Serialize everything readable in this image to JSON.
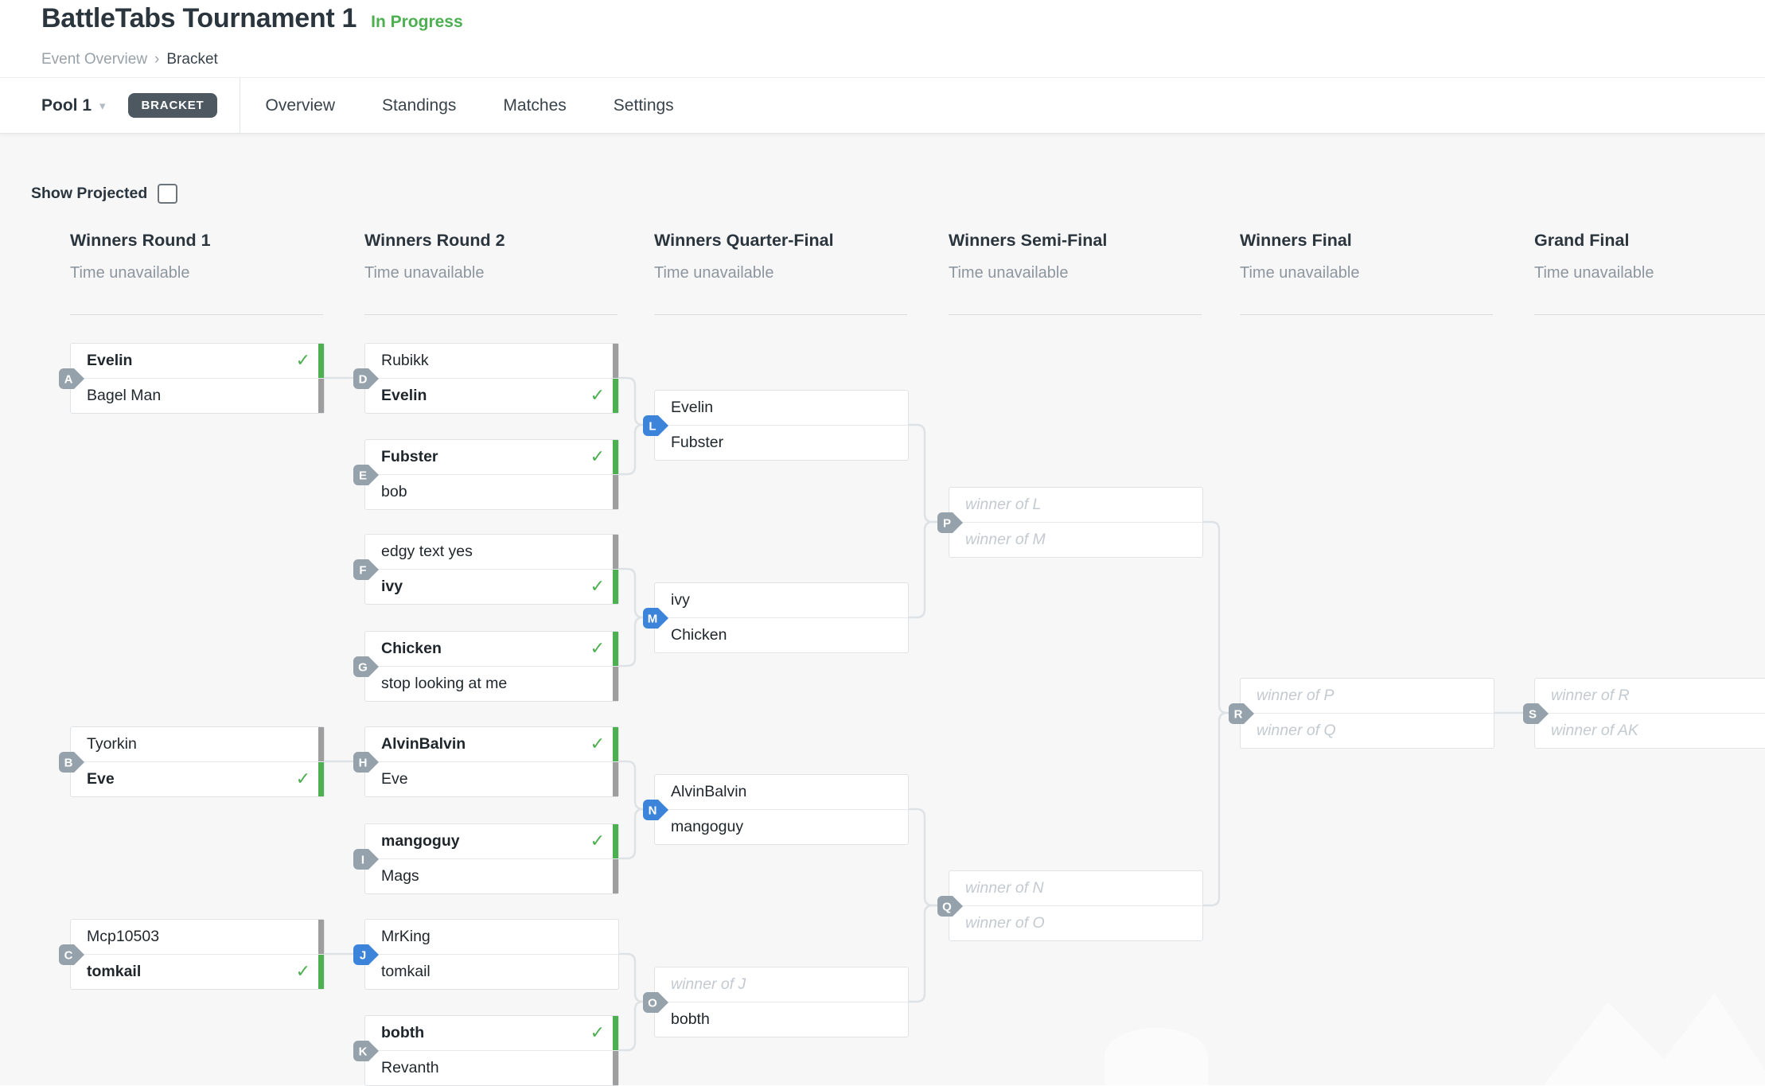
{
  "header": {
    "title": "BattleTabs Tournament 1",
    "status": "In Progress",
    "breadcrumb": {
      "parent": "Event Overview",
      "current": "Bracket"
    },
    "pool": {
      "label": "Pool 1",
      "badge": "BRACKET"
    },
    "tabs": [
      {
        "label": "Overview"
      },
      {
        "label": "Standings"
      },
      {
        "label": "Matches"
      },
      {
        "label": "Settings"
      }
    ]
  },
  "controls": {
    "show_projected_label": "Show Projected",
    "show_projected_checked": false
  },
  "columns": [
    {
      "title": "Winners Round 1",
      "subtitle": "Time unavailable"
    },
    {
      "title": "Winners Round 2",
      "subtitle": "Time unavailable"
    },
    {
      "title": "Winners Quarter-Final",
      "subtitle": "Time unavailable"
    },
    {
      "title": "Winners Semi-Final",
      "subtitle": "Time unavailable"
    },
    {
      "title": "Winners Final",
      "subtitle": "Time unavailable"
    },
    {
      "title": "Grand Final",
      "subtitle": "Time unavailable"
    }
  ],
  "icons": {
    "winner_check": "✓",
    "pool_caret": "▾",
    "breadcrumb_sep": "›"
  },
  "colors": {
    "status_green": "#4caf50",
    "winner_bar": "#4caf50",
    "loser_bar": "#9e9e9e",
    "badge_gray": "#95a2ab",
    "badge_blue": "#3b84da",
    "bracket_badge_bg": "#4d5861",
    "connector": "#dfe2e4",
    "bracket_bg": "#f7f7f8"
  },
  "matches": [
    {
      "id": "A",
      "round": 0,
      "badge": "gray",
      "slots": [
        {
          "name": "Evelin",
          "result": "win"
        },
        {
          "name": "Bagel Man",
          "result": "loss"
        }
      ]
    },
    {
      "id": "B",
      "round": 0,
      "badge": "gray",
      "slots": [
        {
          "name": "Tyorkin",
          "result": "loss"
        },
        {
          "name": "Eve",
          "result": "win"
        }
      ]
    },
    {
      "id": "C",
      "round": 0,
      "badge": "gray",
      "slots": [
        {
          "name": "Mcp10503",
          "result": "loss"
        },
        {
          "name": "tomkail",
          "result": "win"
        }
      ]
    },
    {
      "id": "D",
      "round": 1,
      "badge": "gray",
      "slots": [
        {
          "name": "Rubikk",
          "result": "loss"
        },
        {
          "name": "Evelin",
          "result": "win"
        }
      ]
    },
    {
      "id": "E",
      "round": 1,
      "badge": "gray",
      "slots": [
        {
          "name": "Fubster",
          "result": "win"
        },
        {
          "name": "bob",
          "result": "loss"
        }
      ]
    },
    {
      "id": "F",
      "round": 1,
      "badge": "gray",
      "slots": [
        {
          "name": "edgy text yes",
          "result": "loss"
        },
        {
          "name": "ivy",
          "result": "win"
        }
      ]
    },
    {
      "id": "G",
      "round": 1,
      "badge": "gray",
      "slots": [
        {
          "name": "Chicken",
          "result": "win"
        },
        {
          "name": "stop looking at me",
          "result": "loss"
        }
      ]
    },
    {
      "id": "H",
      "round": 1,
      "badge": "gray",
      "slots": [
        {
          "name": "AlvinBalvin",
          "result": "win"
        },
        {
          "name": "Eve",
          "result": "loss"
        }
      ]
    },
    {
      "id": "I",
      "round": 1,
      "badge": "gray",
      "slots": [
        {
          "name": "mangoguy",
          "result": "win"
        },
        {
          "name": "Mags",
          "result": "loss"
        }
      ]
    },
    {
      "id": "J",
      "round": 1,
      "badge": "blue",
      "slots": [
        {
          "name": "MrKing",
          "result": "open"
        },
        {
          "name": "tomkail",
          "result": "open"
        }
      ]
    },
    {
      "id": "K",
      "round": 1,
      "badge": "gray",
      "slots": [
        {
          "name": "bobth",
          "result": "win"
        },
        {
          "name": "Revanth",
          "result": "loss"
        }
      ]
    },
    {
      "id": "L",
      "round": 2,
      "badge": "blue",
      "slots": [
        {
          "name": "Evelin",
          "result": "open"
        },
        {
          "name": "Fubster",
          "result": "open"
        }
      ]
    },
    {
      "id": "M",
      "round": 2,
      "badge": "blue",
      "slots": [
        {
          "name": "ivy",
          "result": "open"
        },
        {
          "name": "Chicken",
          "result": "open"
        }
      ]
    },
    {
      "id": "N",
      "round": 2,
      "badge": "blue",
      "slots": [
        {
          "name": "AlvinBalvin",
          "result": "open"
        },
        {
          "name": "mangoguy",
          "result": "open"
        }
      ]
    },
    {
      "id": "O",
      "round": 2,
      "badge": "gray",
      "slots": [
        {
          "name": "winner of J",
          "result": "tbd"
        },
        {
          "name": "bobth",
          "result": "open"
        }
      ]
    },
    {
      "id": "P",
      "round": 3,
      "badge": "gray",
      "slots": [
        {
          "name": "winner of L",
          "result": "tbd"
        },
        {
          "name": "winner of M",
          "result": "tbd"
        }
      ]
    },
    {
      "id": "Q",
      "round": 3,
      "badge": "gray",
      "slots": [
        {
          "name": "winner of N",
          "result": "tbd"
        },
        {
          "name": "winner of O",
          "result": "tbd"
        }
      ]
    },
    {
      "id": "R",
      "round": 4,
      "badge": "gray",
      "slots": [
        {
          "name": "winner of P",
          "result": "tbd"
        },
        {
          "name": "winner of Q",
          "result": "tbd"
        }
      ]
    },
    {
      "id": "S",
      "round": 5,
      "badge": "gray",
      "slots": [
        {
          "name": "winner of R",
          "result": "tbd"
        },
        {
          "name": "winner of AK",
          "result": "tbd"
        }
      ]
    }
  ]
}
